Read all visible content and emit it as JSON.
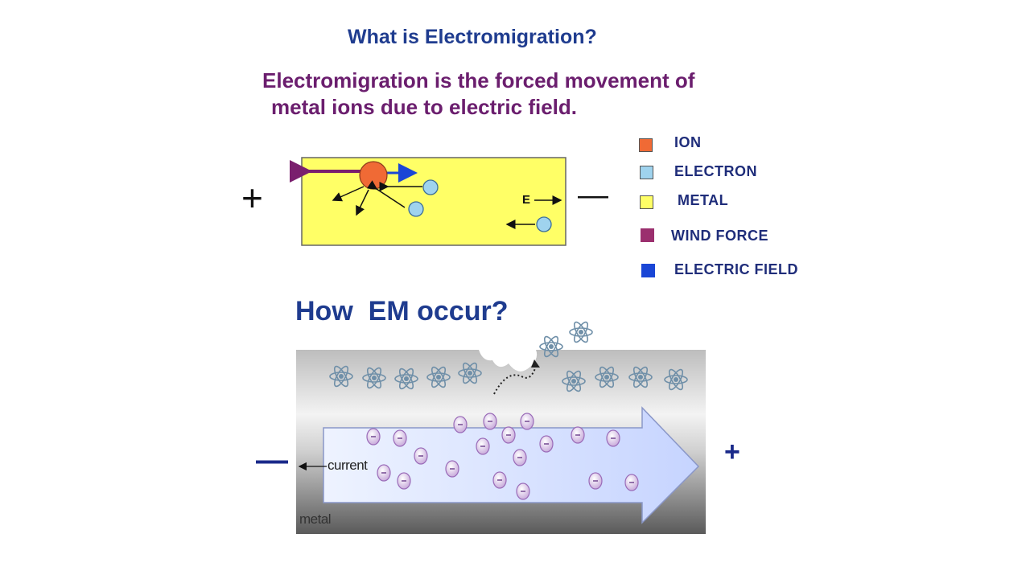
{
  "slide": {
    "title": "What is Electromigration?",
    "definition_line1": "Electromigration is the forced movement of",
    "definition_line2": "metal ions due to electric field.",
    "diagram1": {
      "left_sign": "+",
      "right_sign": "—",
      "field_label": "E"
    },
    "legend": [
      {
        "label": "ION",
        "color": "#f06a35"
      },
      {
        "label": "ELECTRON",
        "color": "#9fd3ee"
      },
      {
        "label": "METAL",
        "color": "#ffff66"
      },
      {
        "label": "WIND FORCE",
        "color": "#9b2f6e"
      },
      {
        "label": "ELECTRIC FIELD",
        "color": "#1a46d6"
      }
    ],
    "section2_title": "How  EM occur?",
    "diagram2": {
      "left_sign": "—",
      "right_sign": "+",
      "current_label": "current",
      "metal_label": "metal"
    }
  },
  "colors": {
    "title": "#1f3c8f",
    "definition": "#6b1e6e",
    "wind_force_arrow": "#7a1f6e",
    "field_arrow": "#1a46d6"
  },
  "icons": [
    "atom-icon",
    "electron-icon",
    "arrow-icon"
  ]
}
